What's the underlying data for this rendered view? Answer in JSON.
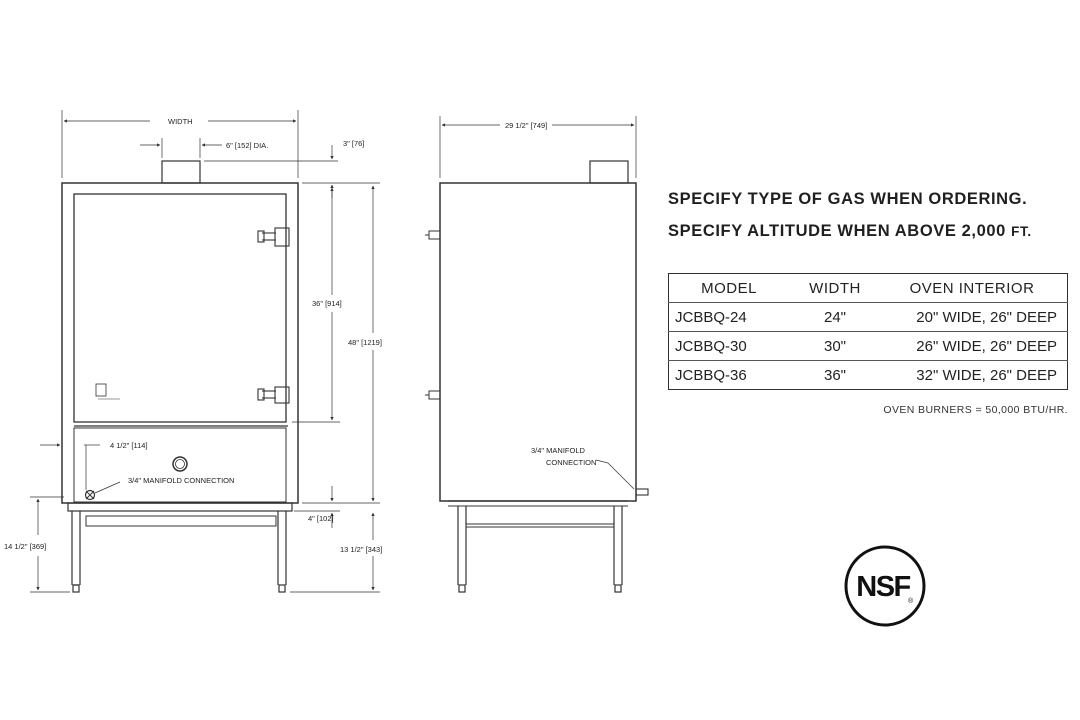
{
  "front_view": {
    "width_label": "WIDTH",
    "flue_dia_label": "6\" [152] DIA.",
    "flue_height_label": "3\" [76]",
    "door_height_label": "36\" [914]",
    "overall_height_label": "48\" [1219]",
    "side_offset_label": "4 1/2\" [114]",
    "manifold_label": "3/4\" MANIFOLD CONNECTION",
    "base_height_label": "4\" [102]",
    "leg_height_left_label": "14 1/2\" [369]",
    "leg_height_right_label": "13 1/2\" [343]"
  },
  "side_view": {
    "depth_label": "29 1/2\" [749]",
    "manifold_label_line1": "3/4\" MANIFOLD",
    "manifold_label_line2": "CONNECTION"
  },
  "notes": {
    "line1": "SPECIFY TYPE OF GAS WHEN ORDERING.",
    "line2_main": "SPECIFY ALTITUDE WHEN ABOVE 2,000",
    "line2_unit": "FT."
  },
  "spec_table": {
    "headers": [
      "MODEL",
      "WIDTH",
      "OVEN INTERIOR"
    ],
    "rows": [
      [
        "JCBBQ-24",
        "24\"",
        "20\" WIDE, 26\" DEEP"
      ],
      [
        "JCBBQ-30",
        "30\"",
        "26\" WIDE, 26\" DEEP"
      ],
      [
        "JCBBQ-36",
        "36\"",
        "32\" WIDE, 26\" DEEP"
      ]
    ]
  },
  "burner_note": "OVEN BURNERS = 50,000 BTU/HR.",
  "certification": {
    "mark": "NSF",
    "registered": "®"
  },
  "colors": {
    "line": "#333333",
    "text": "#1f1f1f",
    "background": "#ffffff"
  }
}
